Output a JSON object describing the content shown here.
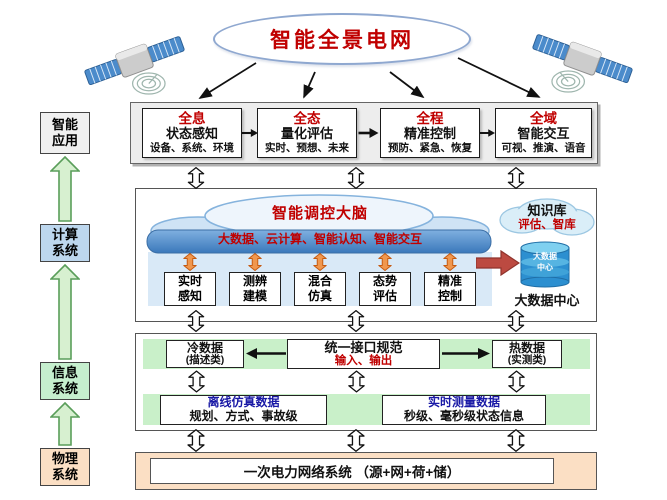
{
  "title": {
    "text": "智能全景电网"
  },
  "sidebar": {
    "items": [
      {
        "label": "智能应用"
      },
      {
        "label": "计算系统"
      },
      {
        "label": "信息系统"
      },
      {
        "label": "物理系统"
      }
    ]
  },
  "layers": {
    "app": {
      "boxes": [
        {
          "title": "全息",
          "subtitle": "状态感知",
          "detail": "设备、系统、环境"
        },
        {
          "title": "全态",
          "subtitle": "量化评估",
          "detail": "实时、预想、未来"
        },
        {
          "title": "全程",
          "subtitle": "精准控制",
          "detail": "预防、紧急、恢复"
        },
        {
          "title": "全域",
          "subtitle": "智能交互",
          "detail": "可视、推演、语音"
        }
      ]
    },
    "compute": {
      "cloud_title": "智能调控大脑",
      "cloud_subtitle": "大数据、云计算、智能认知、智能交互",
      "modules": [
        "实时感知",
        "测辨建模",
        "混合仿真",
        "态势评估",
        "精准控制"
      ],
      "knowledge": {
        "title": "知识库",
        "subtitle": "评估、智库"
      },
      "datacenter": {
        "icon_top": "大数据",
        "icon_bottom": "中心",
        "label": "大数据中心"
      }
    },
    "info": {
      "cold": {
        "title": "冷数据",
        "subtitle": "(描述类)"
      },
      "interface": {
        "title": "统一接口规范",
        "subtitle": "输入、输出"
      },
      "hot": {
        "title": "热数据",
        "subtitle": "(实测类)"
      },
      "offline": {
        "title": "离线仿真数据",
        "subtitle": "规划、方式、事故级"
      },
      "realtime": {
        "title": "实时测量数据",
        "subtitle": "秒级、毫秒级状态信息"
      }
    },
    "physical": {
      "label": "一次电力网络系统 （源+网+荷+储）"
    }
  },
  "colors": {
    "accent_red": "#c00000",
    "blue_text": "#1a1aa6",
    "cloud_band_blue": "#4f92d0",
    "light_blue_panel": "#d9e9f7",
    "green_band": "#c9f0c9",
    "sidebar_blue": "#bdd7ee",
    "sidebar_green": "#c6efce",
    "physical_peach": "#fbdfc4",
    "orange_arrow": "#f0974e",
    "red_block_arrow": "#bc4a41"
  }
}
